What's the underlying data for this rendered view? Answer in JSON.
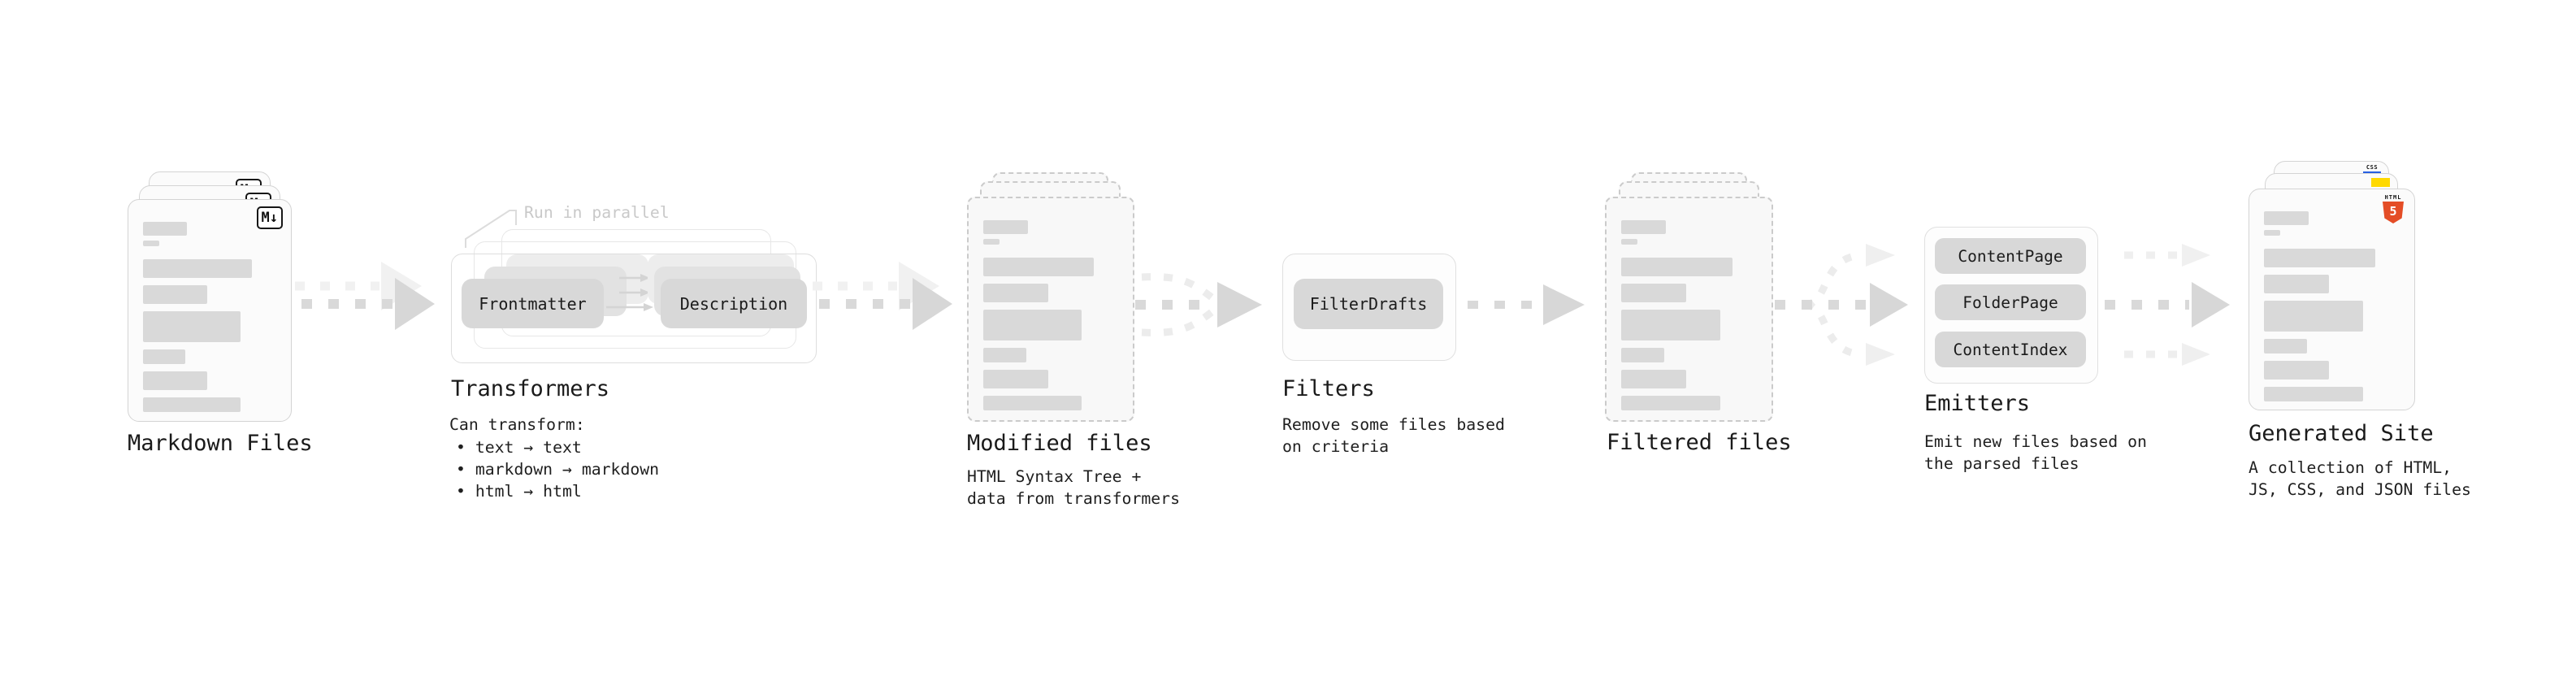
{
  "markdown": {
    "label": "Markdown Files",
    "badge": "M↓"
  },
  "transformers": {
    "title": "Transformers",
    "annotation": "Run in parallel",
    "pill_left": "Frontmatter",
    "pill_right": "Description",
    "desc_heading": "Can transform:",
    "bullets": [
      "• text → text",
      "• markdown → markdown",
      "• html → html"
    ]
  },
  "modified": {
    "label": "Modified files",
    "desc1": "HTML Syntax Tree +",
    "desc2": "data from transformers"
  },
  "filters": {
    "title": "Filters",
    "pill": "FilterDrafts",
    "desc1": "Remove some files based",
    "desc2": "on criteria"
  },
  "filtered": {
    "label": "Filtered files"
  },
  "emitters": {
    "title": "Emitters",
    "pills": [
      "ContentPage",
      "FolderPage",
      "ContentIndex"
    ],
    "desc1": "Emit new files based on",
    "desc2": "the parsed files"
  },
  "generated": {
    "label": "Generated Site",
    "desc1": "A collection of HTML,",
    "desc2": "JS, CSS, and JSON files",
    "css_badge": "CSS",
    "html_badge_word": "HTML",
    "html_badge_number": "5"
  },
  "colors": {
    "skeleton_bar": "#D9D9D9",
    "arrow": "#D9D9D9",
    "arrow_ghost": "#EFEFEF",
    "text": "#1A1A1A",
    "annotation": "#C9C9C9",
    "html5_orange": "#E44D26",
    "js_yellow": "#FFD900",
    "css_blue": "#2760E2"
  }
}
